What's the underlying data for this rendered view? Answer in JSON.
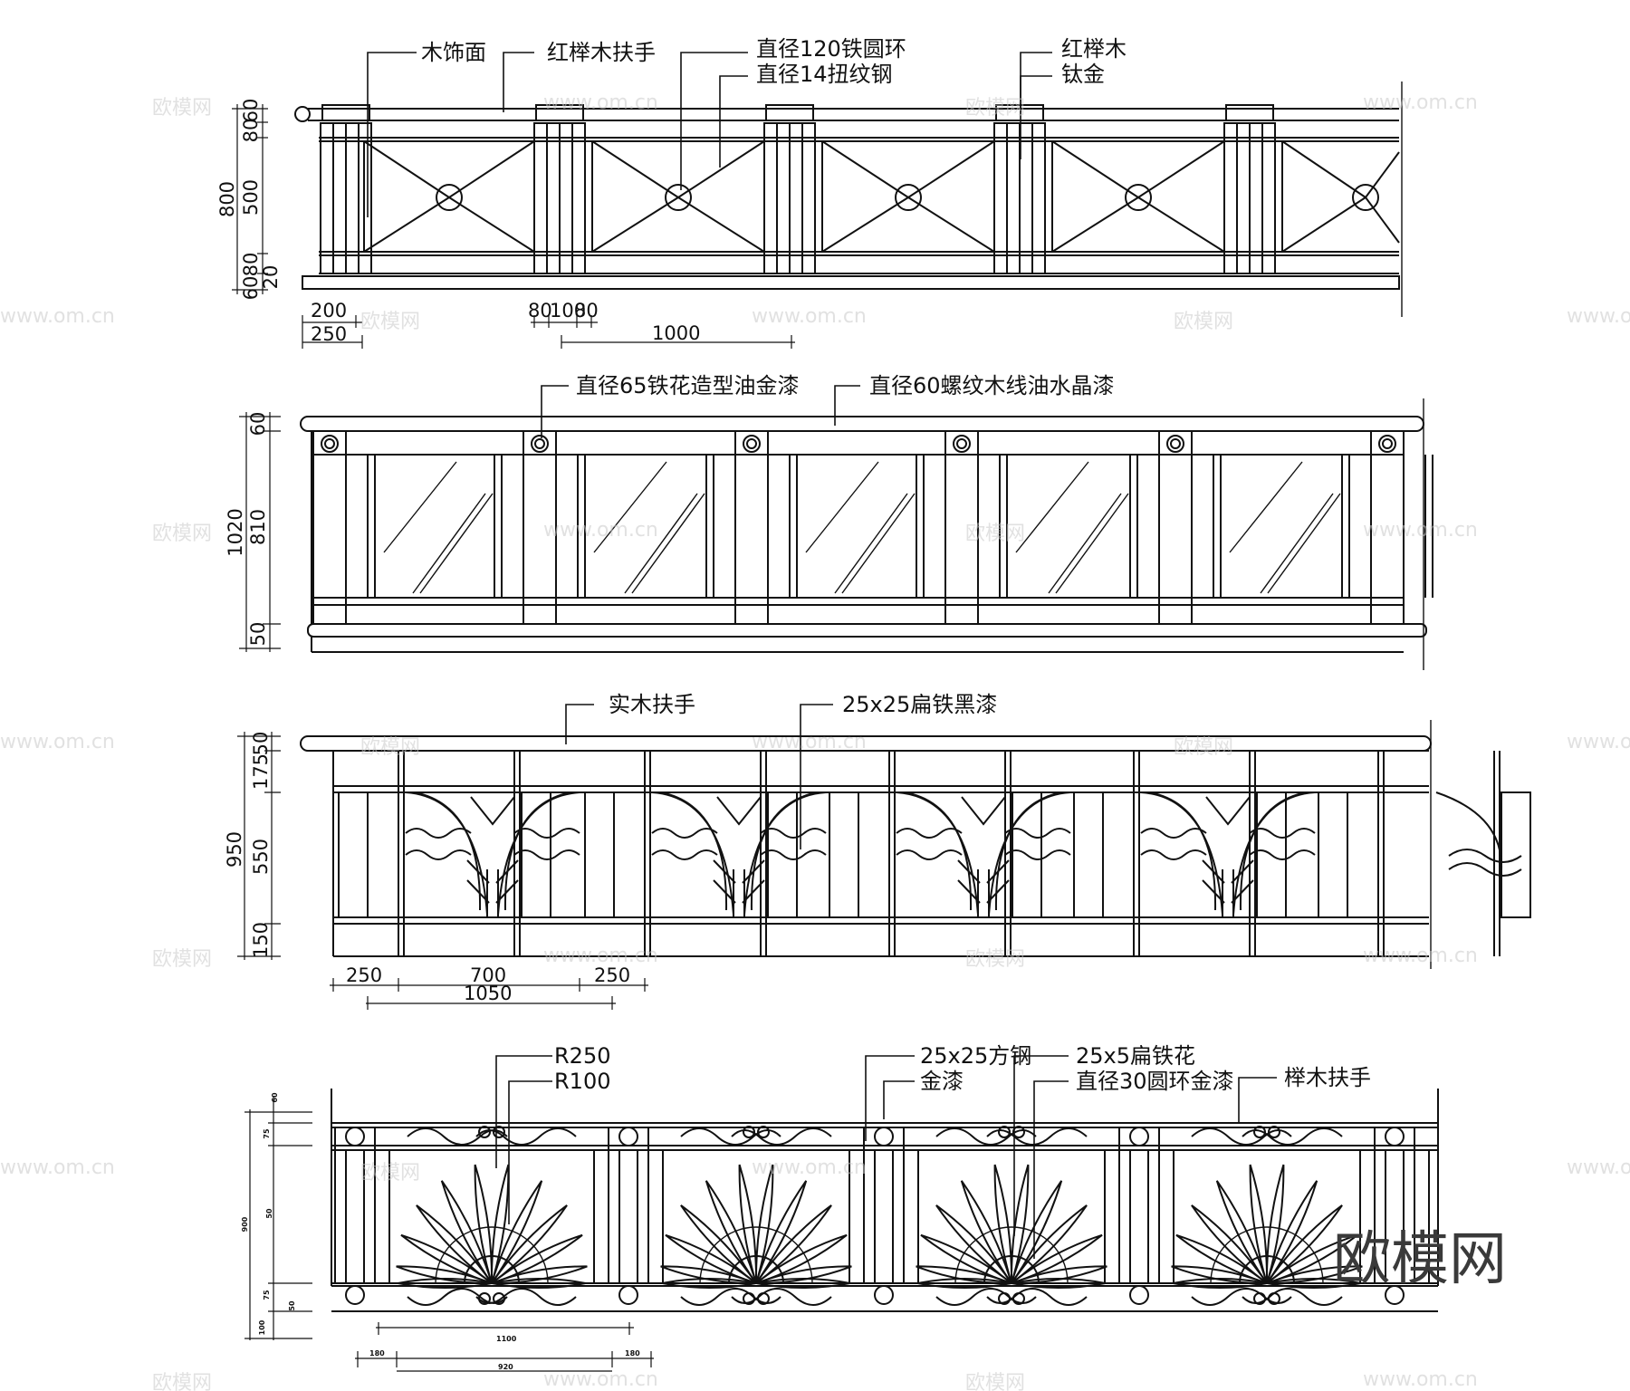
{
  "elevation_1": {
    "labels": [
      "木饰面",
      "红榉木扶手",
      "直径120铁圆环",
      "直径14扭纹钢",
      "红榉木",
      "钛金"
    ],
    "dims_vertical": [
      "800",
      "500",
      "80",
      "60",
      "80",
      "60",
      "20"
    ],
    "dims_horizontal": [
      "200",
      "250",
      "80",
      "100",
      "80",
      "1000"
    ]
  },
  "elevation_2": {
    "labels": [
      "直径65铁花造型油金漆",
      "直径60螺纹木线油水晶漆"
    ],
    "dims_vertical": [
      "1020",
      "60",
      "810",
      "50"
    ]
  },
  "elevation_3": {
    "labels": [
      "实木扶手",
      "25x25扁铁黑漆"
    ],
    "dims_vertical": [
      "950",
      "50",
      "175",
      "550",
      "150"
    ],
    "dims_horizontal": [
      "250",
      "700",
      "250",
      "1050"
    ]
  },
  "elevation_4": {
    "labels": [
      "R250",
      "R100",
      "25x25方钢",
      "金漆",
      "25x5扁铁花",
      "直径30圆环金漆",
      "榉木扶手"
    ],
    "dims_vertical": [
      "60",
      "75",
      "900",
      "50",
      "75",
      "50",
      "100"
    ],
    "dims_horizontal": [
      "1100",
      "180",
      "920",
      "180"
    ]
  },
  "watermark": {
    "text": "欧模网",
    "site": "www.om.cn",
    "brand": "欧模网"
  }
}
